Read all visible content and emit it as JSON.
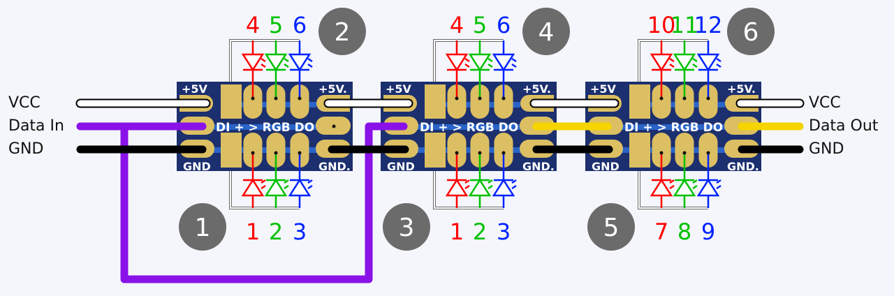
{
  "labels_left": {
    "vcc": "VCC",
    "data_in": "Data In",
    "gnd": "GND"
  },
  "labels_right": {
    "vcc": "VCC",
    "data_out": "Data Out",
    "gnd": "GND"
  },
  "colors": {
    "background": "#f4f6fb",
    "board": "#1c2f6e",
    "trace": "#2a64c8",
    "pad": "#dcbf62",
    "data_in_wire": "#8a12e8",
    "data_out_wire": "#f5d400",
    "vcc_wire": "#ffffff",
    "gnd_wire": "#000000",
    "red": "#ff0000",
    "green": "#00c000",
    "blue": "#0022ff",
    "badge": "#6b6b6b"
  },
  "board_text": {
    "v_left": "+5V",
    "v_right": "+5V.",
    "gnd_left": "GND",
    "gnd_right": "GND.",
    "center": "DI + > RGB DO"
  },
  "boards": [
    {
      "top_channels": [
        "4",
        "5",
        "6"
      ],
      "bottom_channels": [
        "1",
        "2",
        "3"
      ],
      "top_badge": "2",
      "bottom_badge": "1"
    },
    {
      "top_channels": [
        "4",
        "5",
        "6"
      ],
      "bottom_channels": [
        "1",
        "2",
        "3"
      ],
      "top_badge": "4",
      "bottom_badge": "3"
    },
    {
      "top_channels": [
        "10",
        "11",
        "12"
      ],
      "bottom_channels": [
        "7",
        "8",
        "9"
      ],
      "top_badge": "6",
      "bottom_badge": "5"
    }
  ]
}
